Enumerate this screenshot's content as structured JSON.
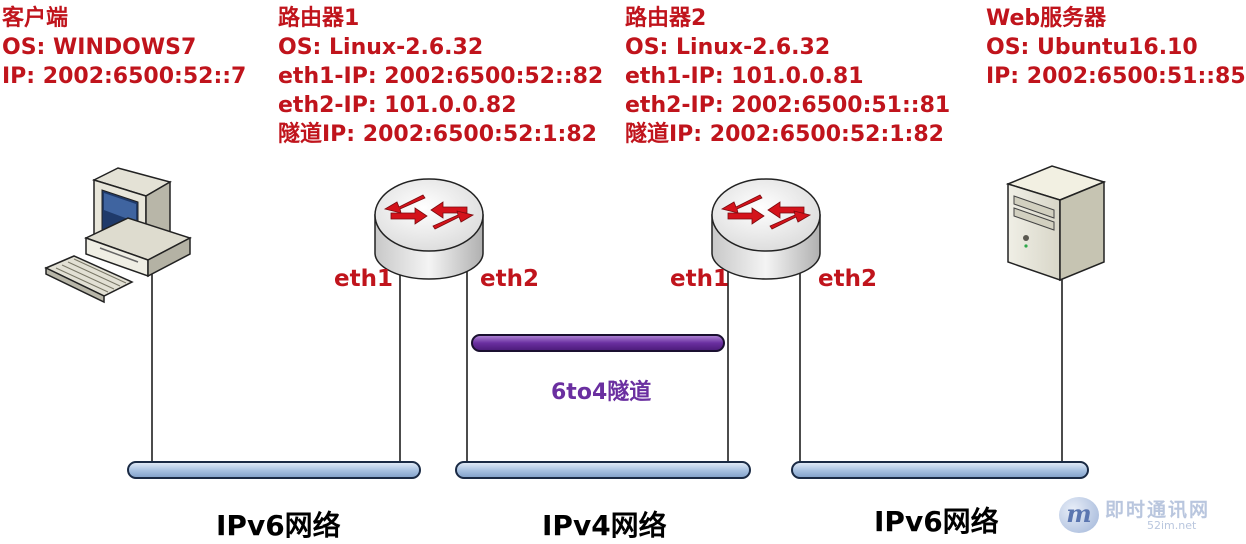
{
  "nodes": {
    "client": {
      "lines": [
        "客户端",
        "OS: WINDOWS7",
        "IP: 2002:6500:52::7"
      ]
    },
    "router1": {
      "lines": [
        "路由器1",
        "OS: Linux-2.6.32",
        "eth1-IP: 2002:6500:52::82",
        "eth2-IP: 101.0.0.82",
        "隧道IP: 2002:6500:52:1:82"
      ]
    },
    "router2": {
      "lines": [
        "路由器2",
        "OS: Linux-2.6.32",
        "eth1-IP: 101.0.0.81",
        "eth2-IP: 2002:6500:51::81",
        "隧道IP: 2002:6500:52:1:82"
      ]
    },
    "server": {
      "lines": [
        "Web服务器",
        "OS: Ubuntu16.10",
        "IP: 2002:6500:51::85"
      ]
    }
  },
  "interfaces": {
    "r1_eth1": "eth1",
    "r1_eth2": "eth2",
    "r2_eth1": "eth1",
    "r2_eth2": "eth2"
  },
  "tunnel": {
    "label": "6to4隧道"
  },
  "networks": [
    "IPv6网络",
    "IPv4网络",
    "IPv6网络"
  ],
  "watermark": {
    "logo": "m",
    "title": "即时通讯网",
    "url": "52im.net"
  },
  "colors": {
    "label": "#c0141c",
    "tunnel": "#6a2fa0",
    "bus": "#b8cde6"
  }
}
